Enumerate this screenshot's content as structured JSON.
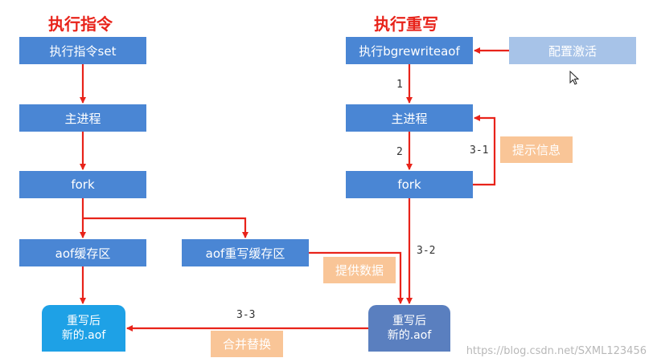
{
  "titles": {
    "left": "执行指令",
    "right": "执行重写"
  },
  "left_flow": {
    "set": "执行指令set",
    "main": "主进程",
    "fork": "fork",
    "aof_buffer": "aof缓存区",
    "rewrite_buffer": "aof重写缓存区",
    "new_aof_line1": "重写后",
    "new_aof_line2": "新的.aof"
  },
  "right_flow": {
    "bgrewrite": "执行bgrewriteaof",
    "config": "配置激活",
    "main": "主进程",
    "fork": "fork",
    "new_aof_line1": "重写后",
    "new_aof_line2": "新的.aof"
  },
  "tags": {
    "hint": "提示信息",
    "provide": "提供数据",
    "merge": "合并替换"
  },
  "step_labels": {
    "s1": "1",
    "s2": "2",
    "s3_1": "3-1",
    "s3_2": "3-2",
    "s3_3": "3-3"
  },
  "watermark": "https://blog.csdn.net/SXML123456",
  "colors": {
    "title": "#e8231a",
    "box": "#4a86d4",
    "box_light": "#a7c3e8",
    "tag": "#f9c597",
    "arrow": "#e8231a",
    "doc_left": "#1ea1e6",
    "doc_right": "#5a7fbf"
  }
}
